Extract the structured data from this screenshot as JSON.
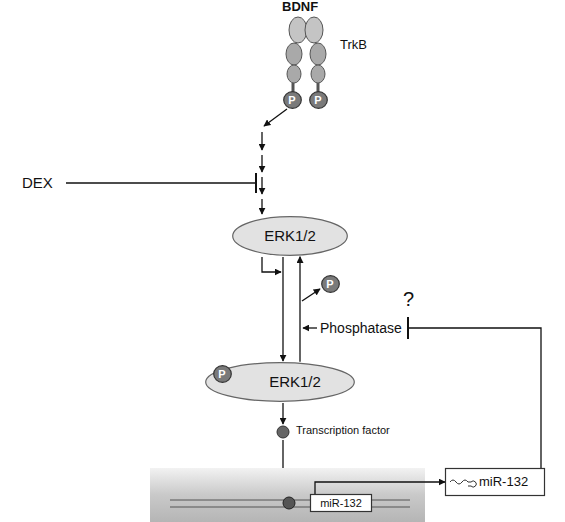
{
  "diagram": {
    "nodes": [
      {
        "text": [
          "P"
        ]
      },
      {
        "text": [
          "P"
        ]
      },
      {
        "text": [
          "ERK1/2"
        ]
      },
      {
        "text": [
          "P"
        ]
      },
      {
        "text": [
          "ERK1/2"
        ]
      },
      {
        "text": [
          "P"
        ],
        "in": 4
      },
      {
        "text": [
          "miR-132"
        ]
      },
      {
        "text": [
          "miR-132"
        ]
      }
    ],
    "edges": [
      {
        "from": 2,
        "to": 4,
        "arrow": "to"
      },
      {
        "from": 4,
        "to": 2,
        "arrow": "to"
      },
      {
        "from": 6,
        "to": 7,
        "arrow": "to"
      }
    ],
    "labels": [
      "BDNF",
      "TrkB",
      "DEX",
      "Phosphatase",
      "?",
      "Transcription factor"
    ]
  }
}
